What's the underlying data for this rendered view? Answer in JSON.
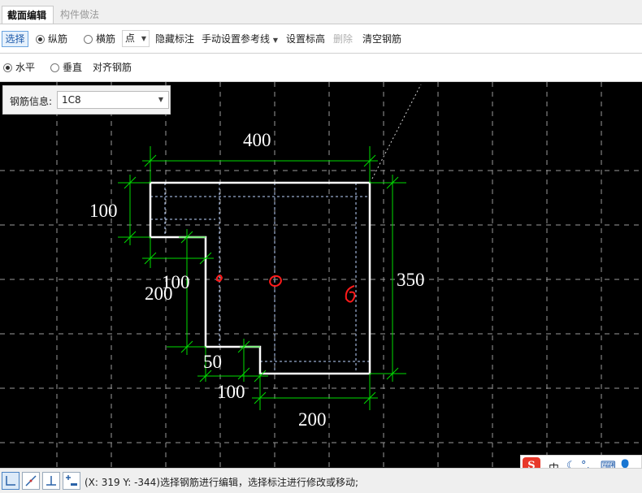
{
  "tabs": [
    {
      "label": "截面编辑",
      "active": true
    },
    {
      "label": "构件做法",
      "active": false
    }
  ],
  "toolbar": {
    "select_label": "选择",
    "longitudinal_label": "纵筋",
    "transverse_label": "横筋",
    "point_value": "点",
    "hide_dim_label": "隐藏标注",
    "manual_ref_label": "手动设置参考线",
    "set_elevation_label": "设置标高",
    "delete_label": "删除",
    "clear_rebar_label": "清空钢筋"
  },
  "toolbar2": {
    "horizontal_label": "水平",
    "vertical_label": "垂直",
    "align_label": "对齐钢筋"
  },
  "rebar_info": {
    "label": "钢筋信息:",
    "value": "1C8"
  },
  "dimensions": {
    "top": "400",
    "left_upper": "100",
    "left_step": "200",
    "inner_step": "100",
    "right": "350",
    "bottom_step": "50",
    "bottom_left": "100",
    "bottom": "200"
  },
  "status": {
    "coords": "(X: 319 Y: -344)",
    "message": "选择钢筋进行编辑，选择标注进行修改或移动;"
  },
  "ime": {
    "mode": "中"
  },
  "colors": {
    "canvas_bg": "#000000",
    "section_outline": "#ffffff",
    "dimension": "#00e000",
    "rebar": "#ff0000",
    "select_accent": "#1a57a8"
  }
}
